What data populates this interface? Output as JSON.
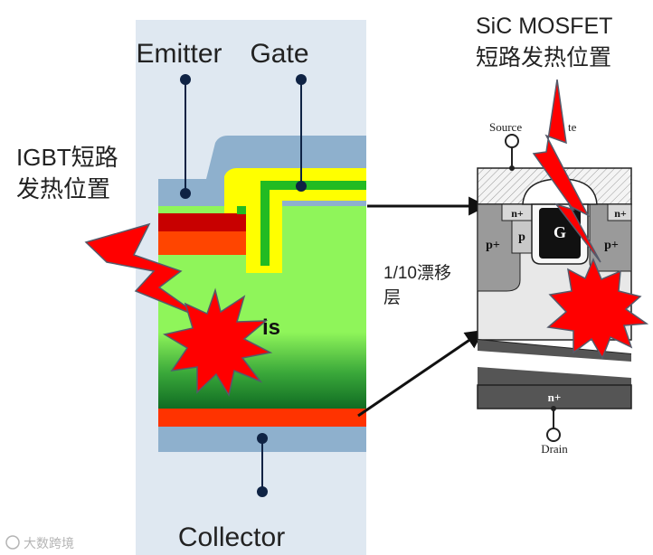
{
  "labels": {
    "emitter": "Emitter",
    "gate": "Gate",
    "collector": "Collector",
    "igbt_heat_line1": "IGBT短路",
    "igbt_heat_line2": "发热位置",
    "sic_heat_line1": "SiC MOSFET",
    "sic_heat_line2": "短路发热位置",
    "drift_line1": "1/10漂移",
    "drift_line2": "层",
    "igbt_partial_text": "is"
  },
  "mosfet": {
    "source": "Source",
    "gate_suffix": "te",
    "n_plus_left": "n+",
    "n_plus_right": "n+",
    "p_plus_left": "p+",
    "p_plus_right": "p+",
    "p_inner": "p",
    "gate_letter": "G",
    "n_plus_bottom": "n+",
    "drain": "Drain"
  },
  "watermark": {
    "text": "大数跨境"
  },
  "colors": {
    "panel_bg": "#dfe8f1",
    "metal_blue": "#8eb0cd",
    "drift_green": "#8ff55a",
    "dark_green": "#1a7a2a",
    "emitter_red": "#c80000",
    "emitter_orange": "#ff4500",
    "gate_yellow": "#ffff00",
    "gate_green": "#22bb22",
    "collector_orange": "#ff3300",
    "spark_red": "#ff0000",
    "spark_outline": "#555a6a",
    "pin_navy": "#0f2344"
  }
}
